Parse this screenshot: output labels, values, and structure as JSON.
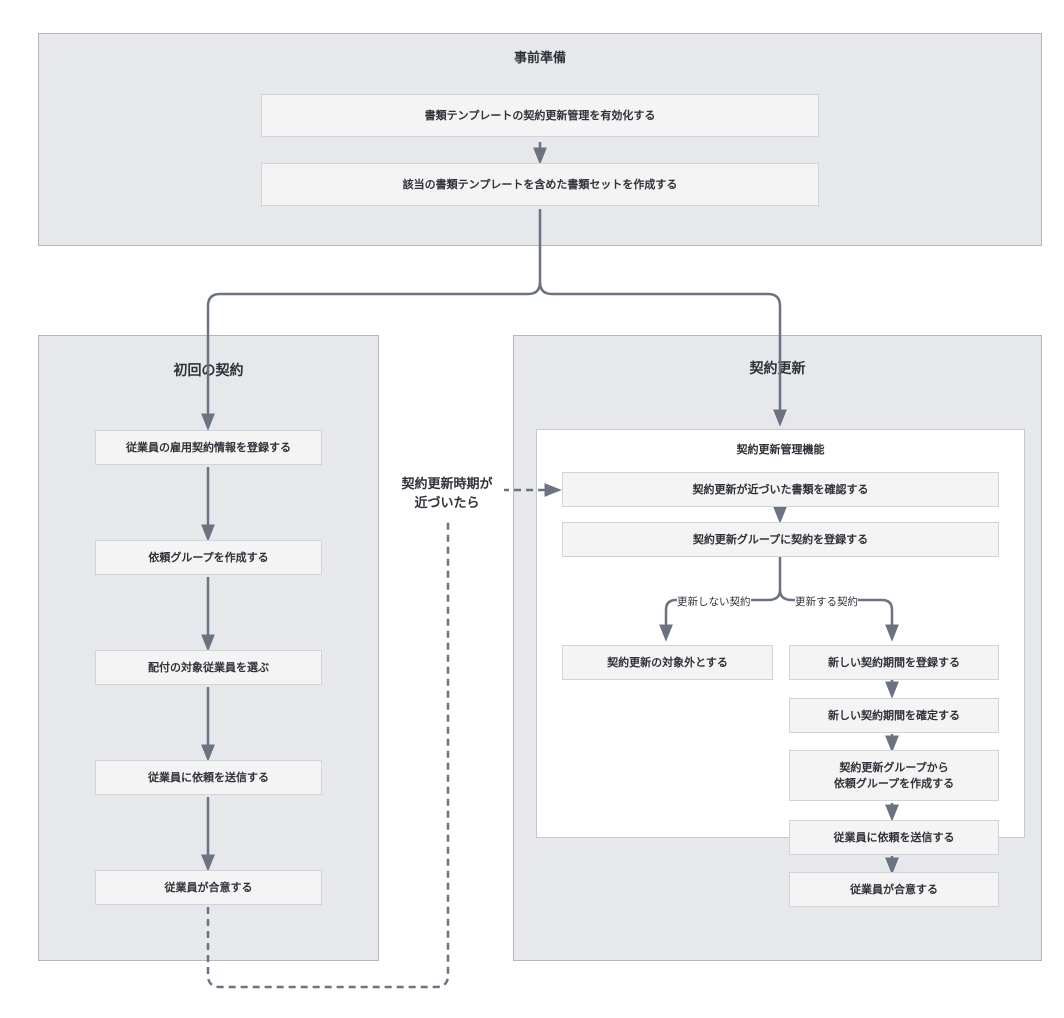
{
  "prep": {
    "title": "事前準備",
    "step1": "書類テンプレートの契約更新管理を有効化する",
    "step2": "該当の書類テンプレートを含めた書類セットを作成する"
  },
  "initial": {
    "title": "初回の契約",
    "steps": [
      "従業員の雇用契約情報を登録する",
      "依頼グループを作成する",
      "配付の対象従業員を選ぶ",
      "従業員に依頼を送信する",
      "従業員が合意する"
    ]
  },
  "trigger": {
    "line1": "契約更新時期が",
    "line2": "近づいたら"
  },
  "renewal": {
    "title": "契約更新",
    "feature_title": "契約更新管理機能",
    "check": "契約更新が近づいた書類を確認する",
    "register_group": "契約更新グループに契約を登録する",
    "branch_no": "更新しない契約",
    "branch_yes": "更新する契約",
    "exclude": "契約更新の対象外とする",
    "new_period": "新しい契約期間を登録する",
    "confirm_period": "新しい契約期間を確定する",
    "create_group_line1": "契約更新グループから",
    "create_group_line2": "依頼グループを作成する",
    "send": "従業員に依頼を送信する",
    "agree": "従業員が合意する"
  },
  "colors": {
    "connector": "#6b7380",
    "panel": "#e6e8ec",
    "box": "#f4f4f4"
  }
}
